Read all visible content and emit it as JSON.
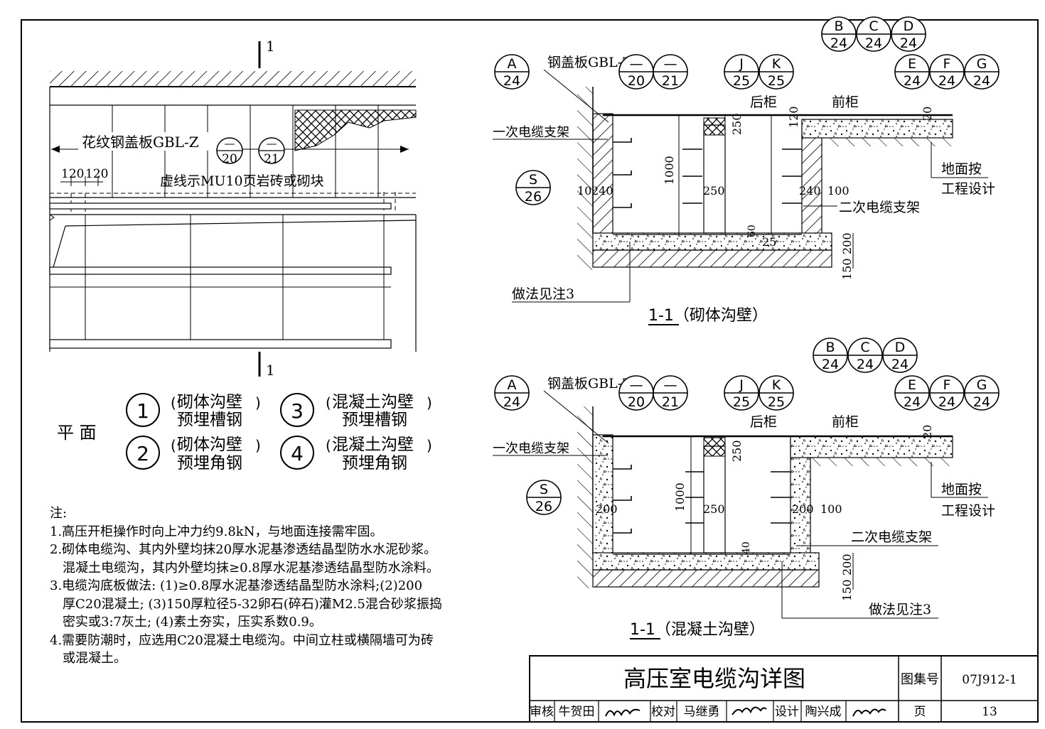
{
  "plan": {
    "section_mark": "1",
    "cover_plate_label": "花纹钢盖板GBL-Z",
    "dim_120_a": "120",
    "dim_120_b": "120",
    "dashed_note": "虚线示MU10页岩砖或砌块",
    "ref_20": {
      "top": "—",
      "bottom": "20"
    },
    "ref_21": {
      "top": "—",
      "bottom": "21"
    }
  },
  "legend": {
    "title": "平  面",
    "items": [
      {
        "num": "1",
        "line1": "砌体沟壁",
        "line2": "预埋槽钢"
      },
      {
        "num": "3",
        "line1": "混凝土沟壁",
        "line2": "预埋槽钢"
      },
      {
        "num": "2",
        "line1": "砌体沟壁",
        "line2": "预埋角钢"
      },
      {
        "num": "4",
        "line1": "混凝土沟壁",
        "line2": "预埋角钢"
      }
    ]
  },
  "notes": {
    "title": "注:",
    "lines": [
      "1.高压开柜操作时向上冲力约9.8kN，与地面连接需牢固。",
      "2.砌体电缆沟、其内外壁均抹20厚水泥基渗透结晶型防水水泥砂浆。",
      "混凝土电缆沟，其内外壁均抹≥0.8厚水泥基渗透结晶型防水涂料。",
      "3.电缆沟底板做法: (1)≥0.8厚水泥基渗透结晶型防水涂料;(2)200",
      "厚C20混凝土; (3)150厚粒径5-32卵石(碎石)灌M2.5混合砂浆振捣",
      "密实或3:7灰土; (4)素土夯实，压实系数0.9。",
      "4.需要防潮时，应选用C20混凝土电缆沟。中间立柱或横隔墙可为砖",
      "或混凝土。"
    ]
  },
  "section1": {
    "title": "1-1（砌体沟壁）",
    "cover_label": "钢盖板GBL-Z",
    "rear_cabinet": "后柜",
    "front_cabinet": "前柜",
    "primary_bracket": "一次电缆支架",
    "secondary_bracket": "二次电缆支架",
    "ground_note_1": "地面按",
    "ground_note_2": "工程设计",
    "method_note": "做法见注3",
    "dims": {
      "d250": "250",
      "d120": "120",
      "d1000": "1000",
      "d10": "10",
      "d240a": "240",
      "d250b": "250",
      "d240b": "240",
      "d100": "100",
      "d60": "60",
      "d25": "25",
      "d200": "200",
      "d150": "150",
      "d20": "20"
    }
  },
  "section2": {
    "title": "1-1（混凝土沟壁）",
    "cover_label": "钢盖板GBL-Z",
    "rear_cabinet": "后柜",
    "front_cabinet": "前柜",
    "primary_bracket": "一次电缆支架",
    "secondary_bracket": "二次电缆支架",
    "ground_note_1": "地面按",
    "ground_note_2": "工程设计",
    "method_note": "做法见注3",
    "dims": {
      "d250": "250",
      "d1000": "1000",
      "d200a": "200",
      "d250b": "250",
      "d200b": "200",
      "d100": "100",
      "d40": "40",
      "d200": "200",
      "d150": "150",
      "d20": "20"
    }
  },
  "refs": {
    "A": {
      "top": "A",
      "bottom": "24"
    },
    "B": {
      "top": "B",
      "bottom": "24"
    },
    "C": {
      "top": "C",
      "bottom": "24"
    },
    "D": {
      "top": "D",
      "bottom": "24"
    },
    "E": {
      "top": "E",
      "bottom": "24"
    },
    "F": {
      "top": "F",
      "bottom": "24"
    },
    "G": {
      "top": "G",
      "bottom": "24"
    },
    "J": {
      "top": "J",
      "bottom": "25"
    },
    "K": {
      "top": "K",
      "bottom": "25"
    },
    "S": {
      "top": "S",
      "bottom": "26"
    },
    "R20": {
      "top": "—",
      "bottom": "20"
    },
    "R21": {
      "top": "—",
      "bottom": "21"
    }
  },
  "titleblock": {
    "title": "高压室电缆沟详图",
    "atlas_label": "图集号",
    "atlas_no": "07J912-1",
    "review_label": "审核",
    "review_name": "牛贺田",
    "check_label": "校对",
    "check_name": "马继勇",
    "design_label": "设计",
    "design_name": "陶兴成",
    "page_label": "页",
    "page_no": "13"
  }
}
